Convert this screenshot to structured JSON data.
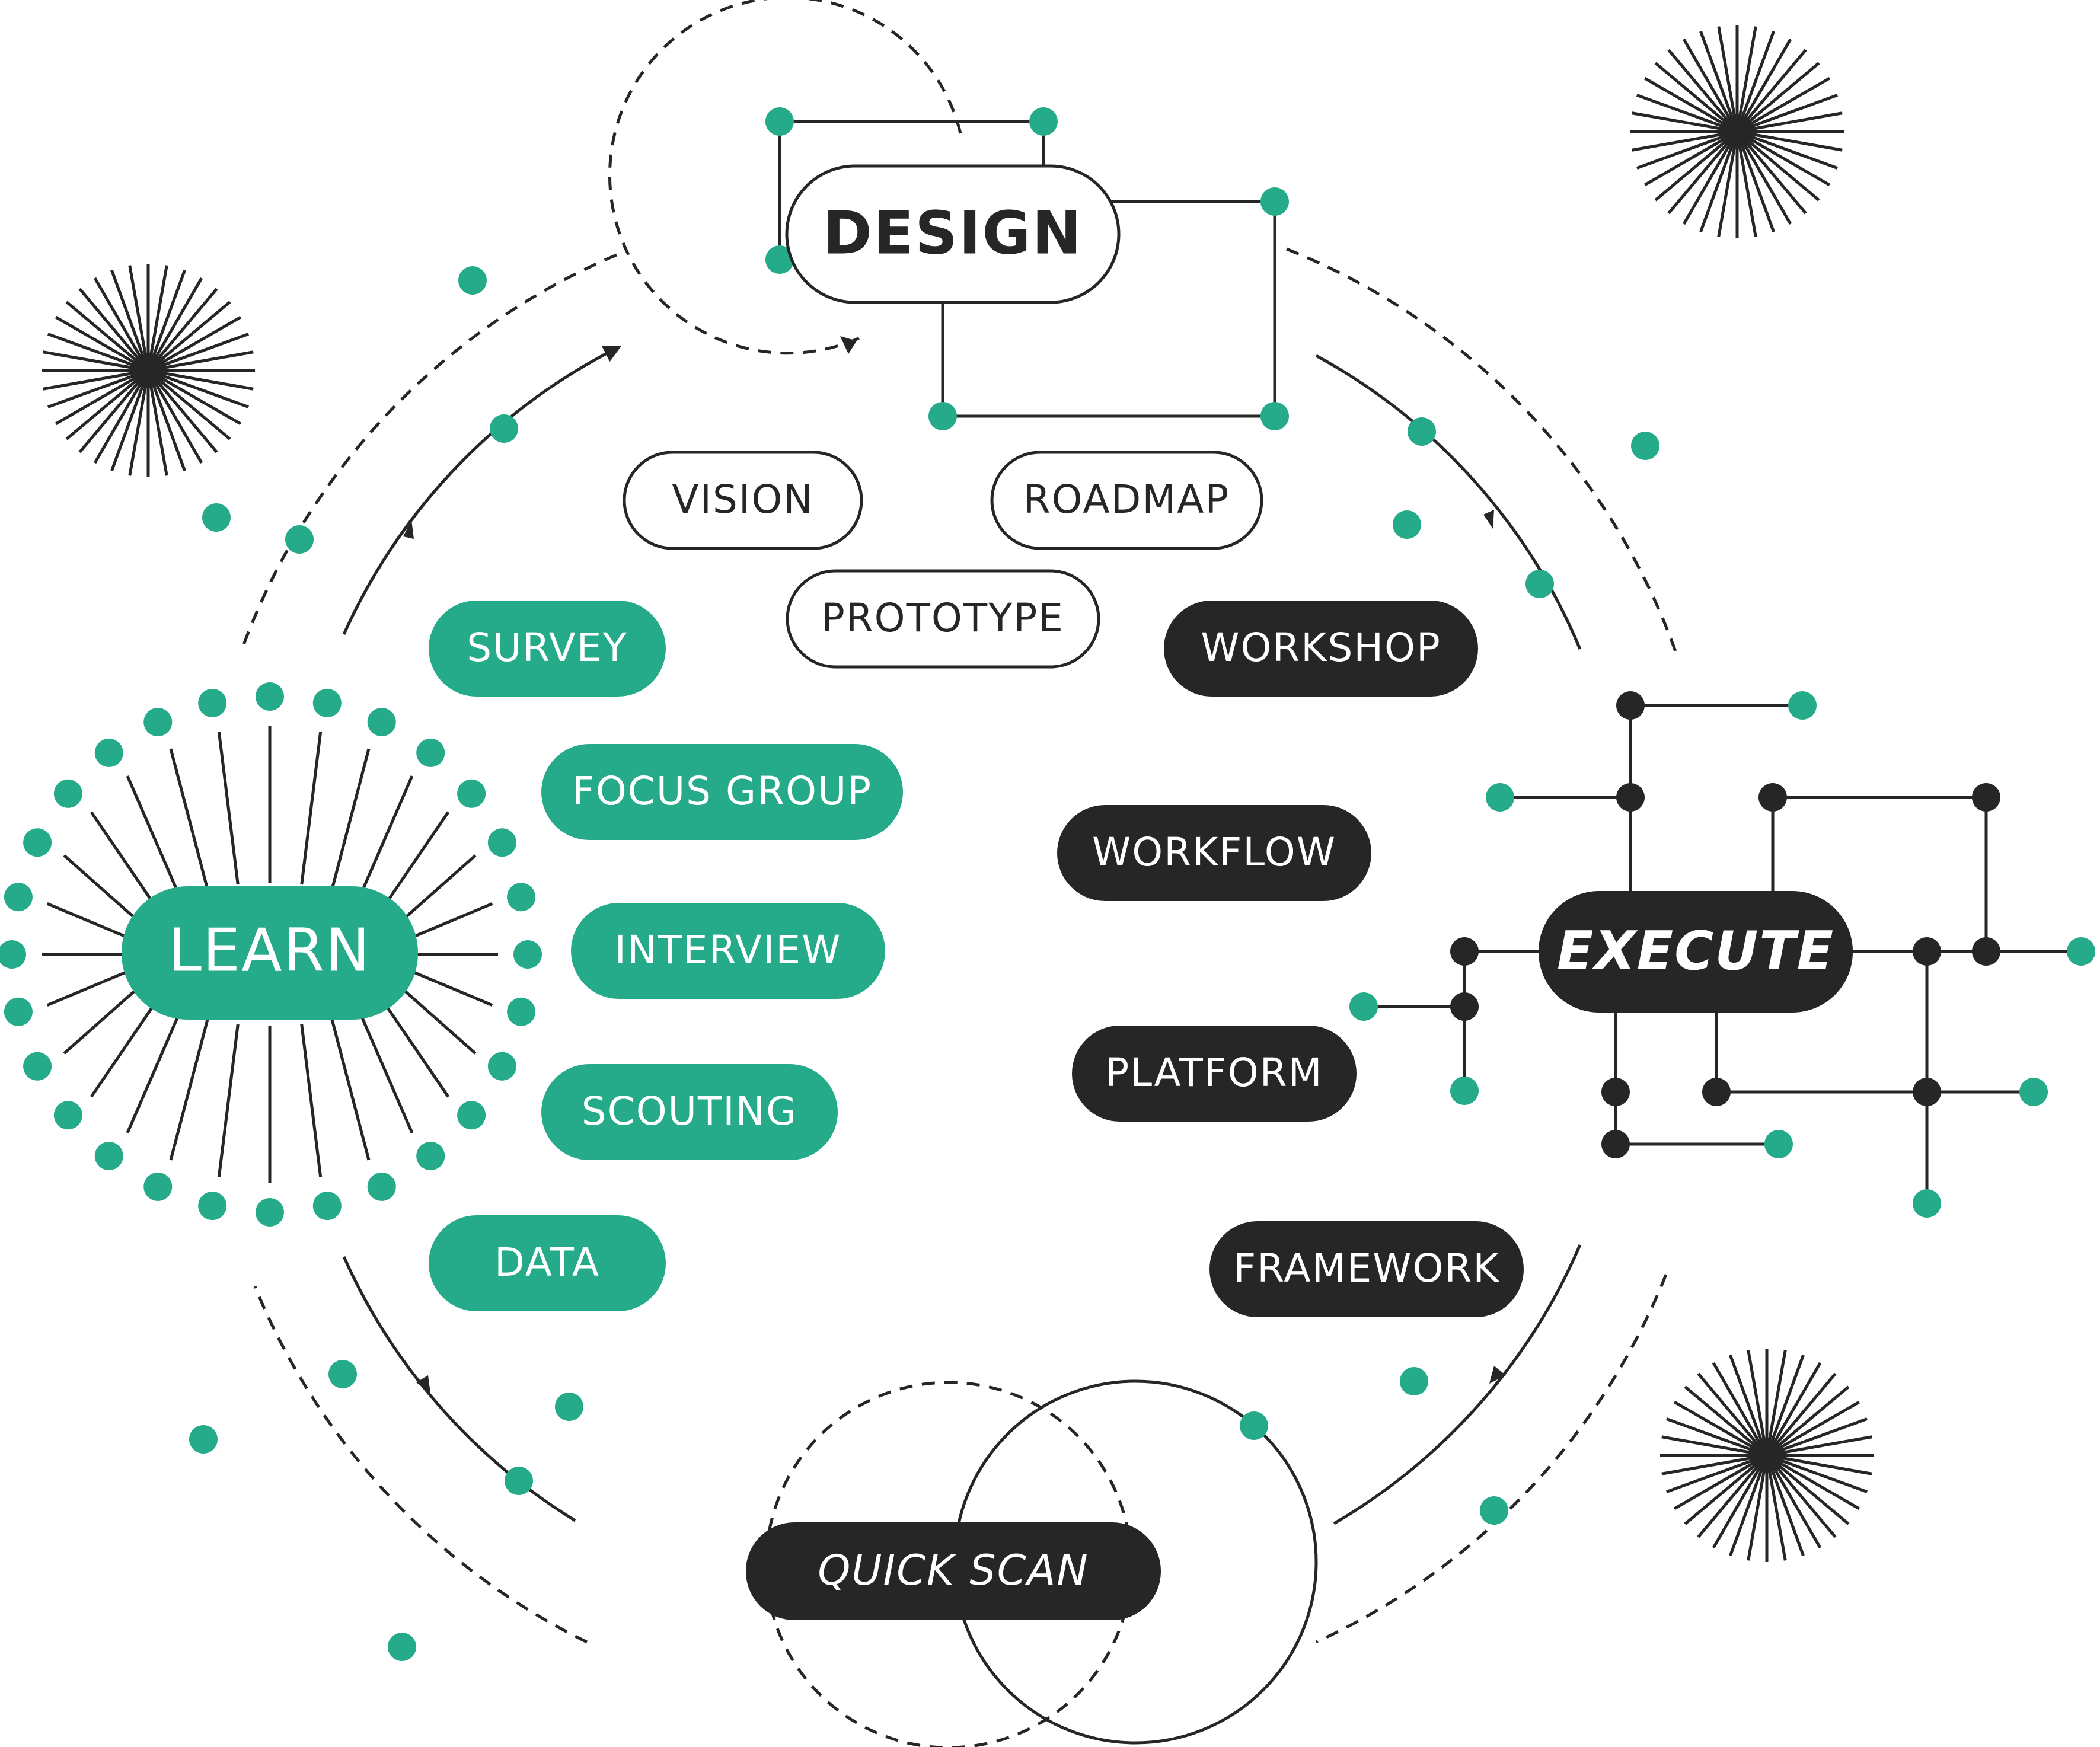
{
  "colors": {
    "teal": "#26ab8a",
    "dark": "#262626",
    "white": "#ffffff",
    "line": "#262626"
  },
  "hubs": {
    "design": "DESIGN",
    "learn": "LEARN",
    "execute": "EXECUTE",
    "quick_scan": "QUICK SCAN"
  },
  "design_items": [
    "VISION",
    "ROADMAP",
    "PROTOTYPE"
  ],
  "learn_items": [
    "SURVEY",
    "FOCUS GROUP",
    "INTERVIEW",
    "SCOUTING",
    "DATA"
  ],
  "execute_items": [
    "WORKSHOP",
    "WORKFLOW",
    "PLATFORM",
    "FRAMEWORK"
  ],
  "decorations": [
    "starburst-icon",
    "network-dots",
    "cycle-arrows"
  ]
}
